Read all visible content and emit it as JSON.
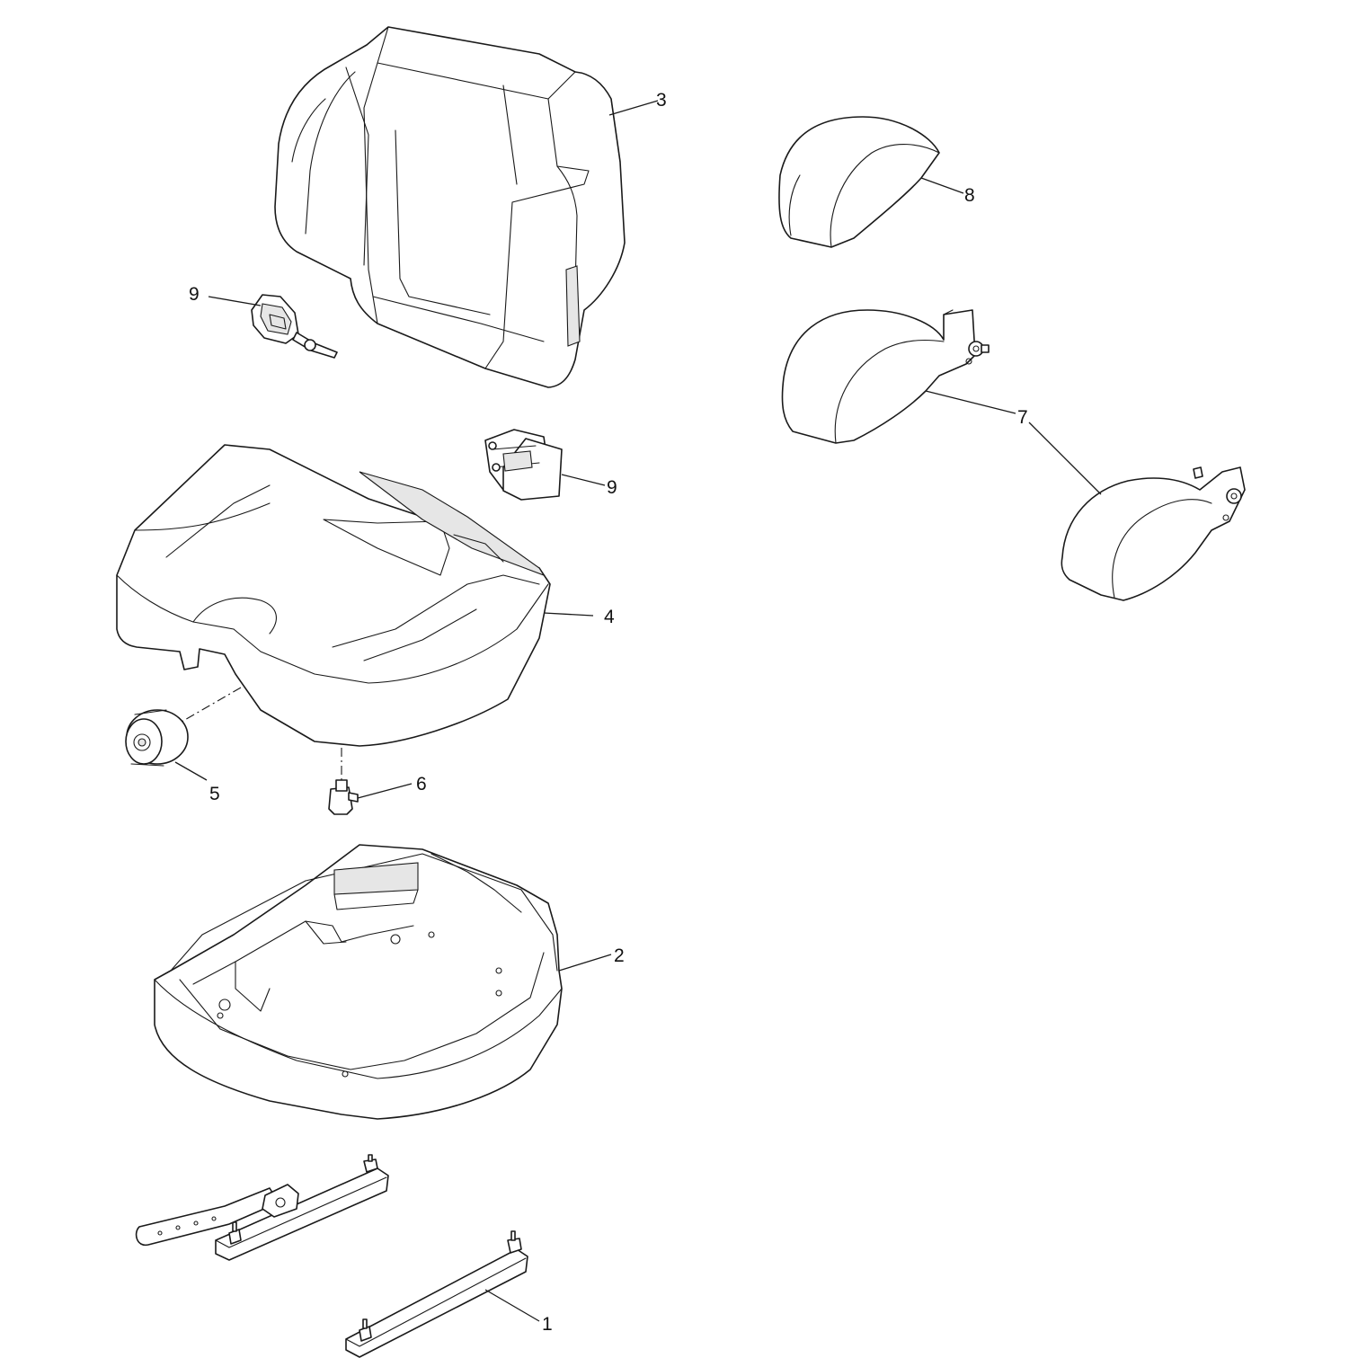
{
  "callouts": {
    "c1": "1",
    "c2": "2",
    "c3": "3",
    "c4": "4",
    "c5": "5",
    "c6": "6",
    "c7": "7",
    "c8": "8",
    "c9a": "9",
    "c9b": "9"
  },
  "colors": {
    "line": "#1a1a1a",
    "background": "#ffffff",
    "shade": "#e6e6e6"
  }
}
